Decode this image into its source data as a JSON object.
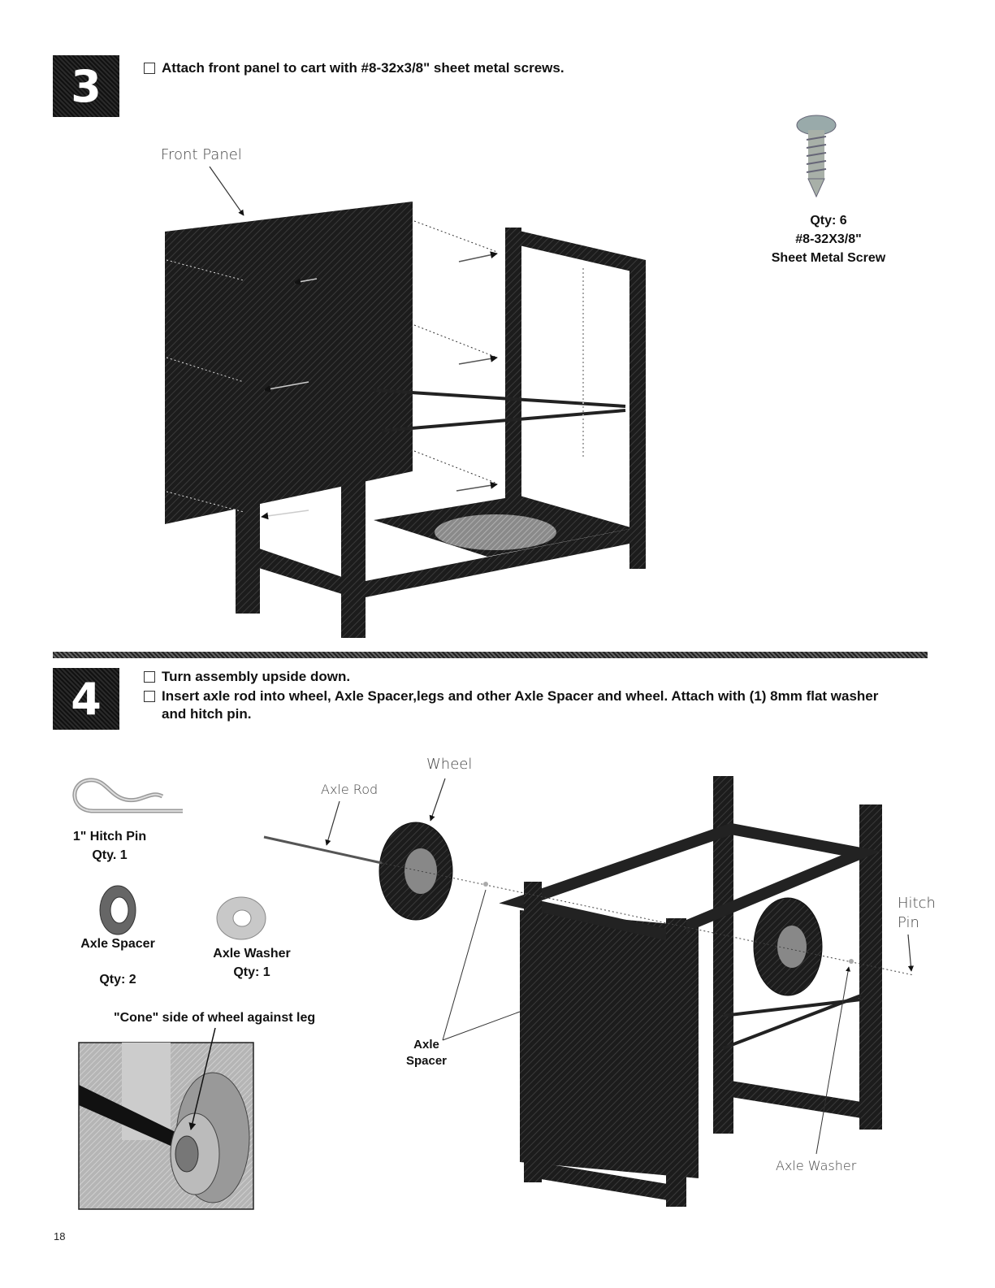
{
  "step3": {
    "number": "3",
    "instruction": "Attach front panel to cart with #8-32x3/8\" sheet metal screws.",
    "front_panel_label": "Front Panel",
    "screw": {
      "qty": "Qty: 6",
      "size": "#8-32X3/8\"",
      "name": "Sheet Metal Screw"
    }
  },
  "step4": {
    "number": "4",
    "instructions": [
      "Turn assembly upside down.",
      "Insert axle rod into wheel, Axle Spacer,legs and other Axle Spacer and wheel. Attach with (1) 8mm flat washer and hitch pin."
    ],
    "parts": {
      "hitch_pin": {
        "name": "1\" Hitch Pin",
        "qty": "Qty. 1"
      },
      "axle_spacer": {
        "name": "Axle Spacer",
        "qty": "Qty: 2"
      },
      "axle_washer": {
        "name": "Axle  Washer",
        "qty": "Qty: 1"
      }
    },
    "cone_note": "\"Cone\" side of wheel against leg",
    "callouts": {
      "wheel": "Wheel",
      "axle_rod": "Axle Rod",
      "hitch_pin": "Hitch Pin",
      "axle_spacer_line1": "Axle",
      "axle_spacer_line2": "Spacer",
      "axle_washer": "Axle  Washer"
    }
  },
  "page_number": "18"
}
